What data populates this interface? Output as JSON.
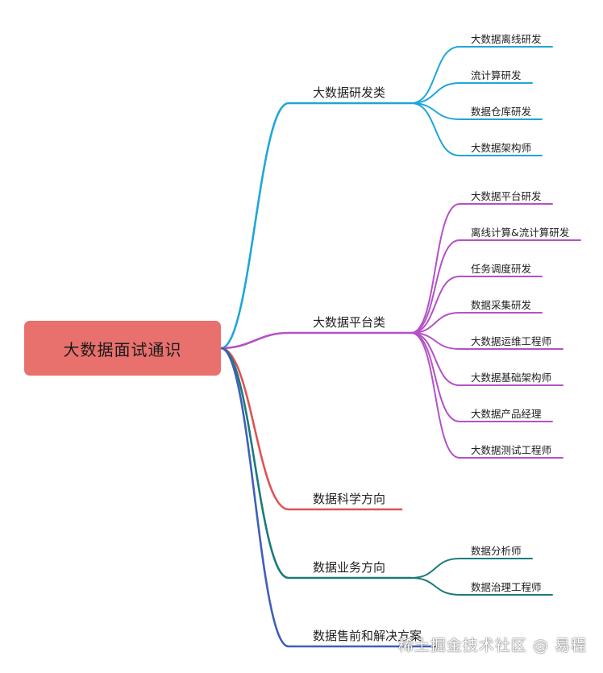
{
  "root": {
    "label": "大数据面试通识",
    "color": "#e8706d"
  },
  "categories": [
    {
      "label": "大数据研发类",
      "color": "#1fa6d9",
      "leaves": [
        "大数据离线研发",
        "流计算研发",
        "数据仓库研发",
        "大数据架构师"
      ]
    },
    {
      "label": "大数据平台类",
      "color": "#b550c9",
      "leaves": [
        "大数据平台研发",
        "离线计算&流计算研发",
        "任务调度研发",
        "数据采集研发",
        "大数据运维工程师",
        "大数据基础架构师",
        "大数据产品经理",
        "大数据测试工程师"
      ]
    },
    {
      "label": "数据科学方向",
      "color": "#e05252",
      "leaves": []
    },
    {
      "label": "数据业务方向",
      "color": "#1c7a7a",
      "leaves": [
        "数据分析师",
        "数据治理工程师"
      ]
    },
    {
      "label": "数据售前和解决方案",
      "color": "#3f5fb8",
      "leaves": []
    }
  ],
  "watermark": "稀土掘金技术社区 @ 易程"
}
